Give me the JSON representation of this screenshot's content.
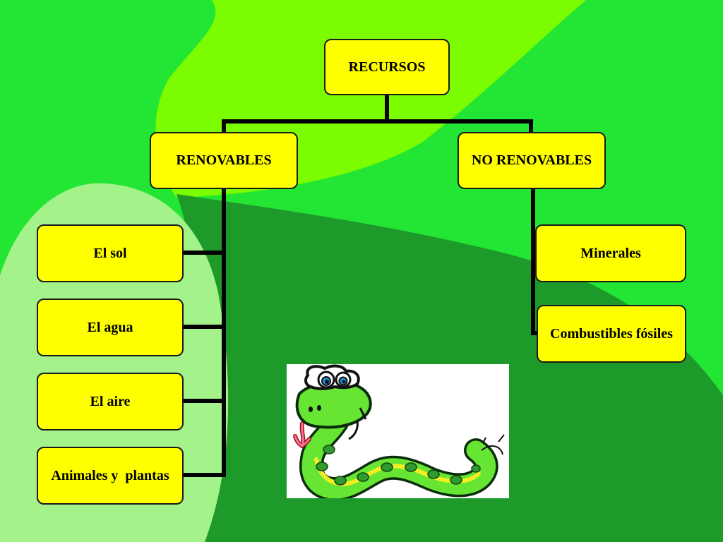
{
  "colors": {
    "bg_bright_green": "#22e633",
    "bg_lime": "#7cfc00",
    "bg_pale_green": "#a3f28a",
    "bg_dark_green": "#1e9a2a",
    "node_fill": "#ffff00",
    "connector": "#000000"
  },
  "diagram": {
    "root": "RECURSOS",
    "branches": [
      {
        "label": "RENOVABLES",
        "items": [
          "El sol",
          "El agua",
          "El aire",
          "Animales y  plantas"
        ]
      },
      {
        "label": "NO RENOVABLES",
        "items": [
          "Minerales",
          "Combustibles fósiles"
        ]
      }
    ]
  },
  "illustration": {
    "icon": "cartoon-snake-icon"
  }
}
